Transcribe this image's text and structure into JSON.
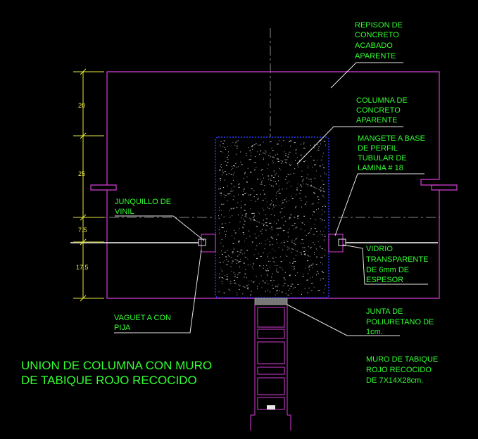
{
  "labels": {
    "repison": [
      "REPISON DE",
      "CONCRETO",
      "ACABADO",
      "APARENTE"
    ],
    "columna": [
      "COLUMNA DE",
      "CONCRETO",
      "APARENTE"
    ],
    "mangete": [
      "MANGETE A BASE",
      "DE PERFIL",
      "TUBULAR DE",
      "LAMINA # 18"
    ],
    "junquillo": [
      "JUNQUILLO DE",
      "VINIL"
    ],
    "vidrio": [
      "VIDRIO",
      "TRANSPARENTE",
      "DE 6mm DE",
      "ESPESOR"
    ],
    "vaguet": [
      "VAGUET A CON",
      "PIJA"
    ],
    "junta": [
      "JUNTA DE",
      "POLIURETANO DE",
      "1cm."
    ],
    "muro": [
      "MURO DE TABIQUE",
      "ROJO RECOCIDO",
      "DE 7X14X28cm."
    ]
  },
  "dimensions": [
    "20",
    "25",
    "7.5",
    "17.5"
  ],
  "title": [
    "UNION DE COLUMNA CON MURO",
    "DE TABIQUE ROJO RECOCIDO"
  ],
  "colors": {
    "background": "#000000",
    "outline": "#d63cd6",
    "text": "#33ff33",
    "dimension": "#e8e840",
    "hatch": "#2a3cff",
    "leader": "#e8e8e8"
  }
}
